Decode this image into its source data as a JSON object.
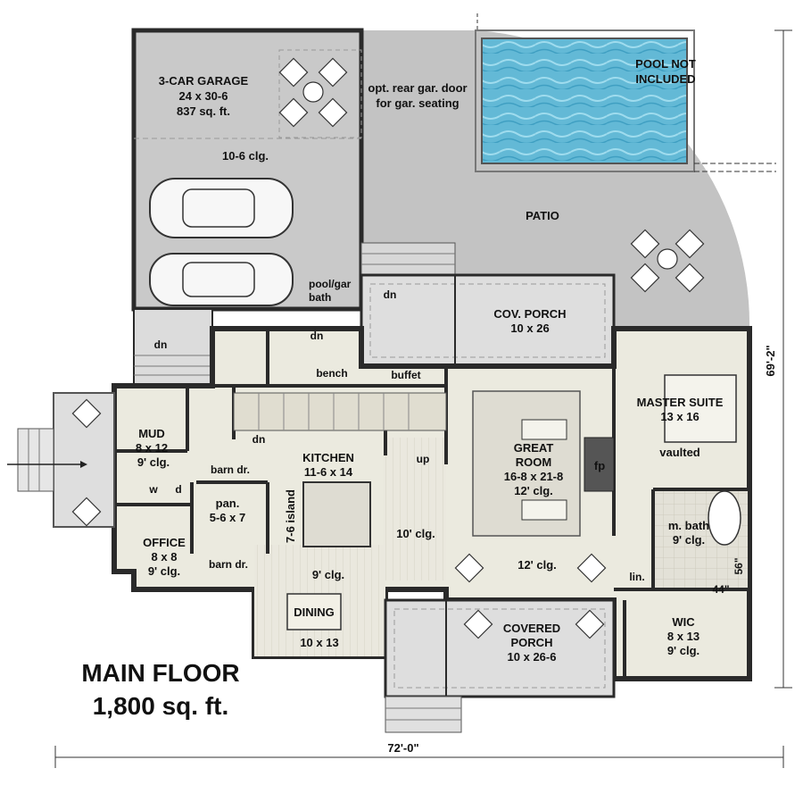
{
  "title": {
    "line1": "MAIN FLOOR",
    "line2": "1,800 sq. ft."
  },
  "dimensions": {
    "width": "72'-0\"",
    "depth": "69'-2\""
  },
  "pool_note": {
    "line1": "POOL NOT",
    "line2": "INCLUDED"
  },
  "garage": {
    "name": "3-CAR GARAGE",
    "size": "24 x 30-6",
    "area": "837 sq. ft.",
    "ceiling": "10-6 clg."
  },
  "garage_door_note": {
    "line1": "opt. rear gar. door",
    "line2": "for gar. seating"
  },
  "patio": "PATIO",
  "cov_porch": {
    "name": "COV. PORCH",
    "size": "10 x 26"
  },
  "master_suite": {
    "name": "MASTER SUITE",
    "size": "13 x 16",
    "ceiling": "vaulted"
  },
  "great_room": {
    "name": "GREAT",
    "name2": "ROOM",
    "size": "16-8 x 21-8",
    "ceiling": "12' clg."
  },
  "fp": "fp",
  "kitchen": {
    "name": "KITCHEN",
    "size": "11-6 x 14",
    "island": "7-6 island",
    "ceiling": "9' clg."
  },
  "mud": {
    "name": "MUD",
    "size": "8 x 12",
    "ceiling": "9' clg."
  },
  "office": {
    "name": "OFFICE",
    "size": "8 x 8",
    "ceiling": "9' clg."
  },
  "pantry": {
    "name": "pan.",
    "size": "5-6 x 7"
  },
  "dining": {
    "name": "DINING",
    "size": "10 x 13"
  },
  "covered_porch": {
    "name": "COVERED",
    "name2": "PORCH",
    "size": "10 x 26-6"
  },
  "m_bath": {
    "name": "m. bath",
    "ceiling": "9' clg."
  },
  "wic": {
    "name": "WIC",
    "size": "8 x 13",
    "ceiling": "9' clg."
  },
  "small_labels": {
    "pool_gar_bath_1": "pool/gar",
    "pool_gar_bath_2": "bath",
    "bench": "bench",
    "buffet": "buffet",
    "barn_dr_1": "barn dr.",
    "barn_dr_2": "barn dr.",
    "dn_garage": "dn",
    "dn_bath": "dn",
    "dn_patio": "dn",
    "dn_stair": "dn",
    "up": "up",
    "w": "w",
    "d": "d",
    "lin": "lin.",
    "clg_10": "10' clg.",
    "clg_12": "12' clg.",
    "shower_56": "56\"",
    "shower_44": "44\""
  },
  "colors": {
    "wall": "#2a2a2a",
    "garage_floor": "#c9c9c9",
    "patio": "#c3c3c3",
    "interior": "#ebeadf",
    "tile": "#dedcd2",
    "pool": "#63b9d6"
  }
}
